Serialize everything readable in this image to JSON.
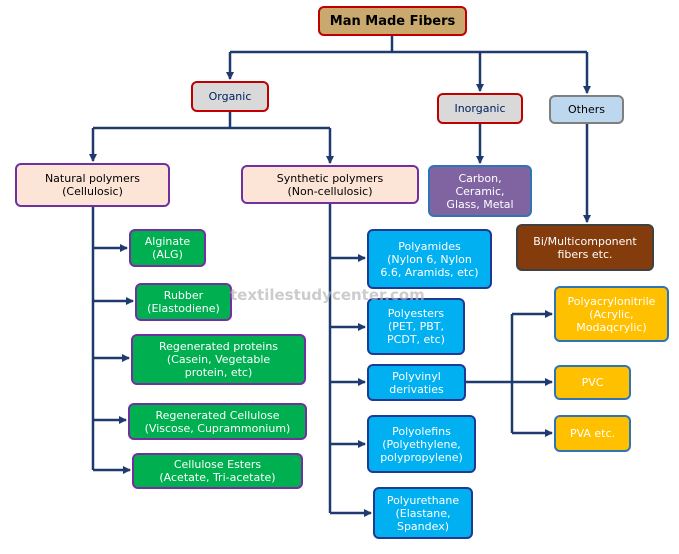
{
  "title": "Man Made Fibers",
  "watermark": "textilestudycenter.com",
  "level1": {
    "organic": "Organic",
    "inorganic": "Inorganic",
    "others": "Others"
  },
  "organic": {
    "natural": "Natural polymers\n(Cellulosic)",
    "synthetic": "Synthetic polymers\n(Non-cellulosic)"
  },
  "inorganic_children": [
    "Carbon,\nCeramic,\nGlass, Metal"
  ],
  "others_children": [
    "Bi/Multicomponent\nfibers etc."
  ],
  "natural_children": [
    "Alginate\n(ALG)",
    "Rubber\n(Elastodiene)",
    "Regenerated proteins\n(Casein, Vegetable\nprotein, etc)",
    "Regenerated Cellulose\n(Viscose, Cuprammonium)",
    "Cellulose Esters\n(Acetate, Tri-acetate)"
  ],
  "synthetic_children": [
    "Polyamides\n(Nylon 6, Nylon\n6.6, Aramids, etc)",
    "Polyesters\n(PET, PBT,\nPCDT, etc)",
    "Polyvinyl\nderivaties",
    "Polyolefins\n(Polyethylene,\npolypropylene)",
    "Polyurethane\n(Elastane,\nSpandex)"
  ],
  "polyvinyl_children": [
    "Polyacrylonitrile\n(Acrylic,\nModaqcrylic)",
    "PVC",
    "PVA etc."
  ],
  "colors": {
    "connector": "#1f3a6e",
    "green": "#00b050",
    "blue": "#00b0f0",
    "gold": "#ffc000",
    "peach": "#fce4d6",
    "purple": "#8064a2",
    "brown": "#843c0c",
    "title": "#c9a96e"
  }
}
